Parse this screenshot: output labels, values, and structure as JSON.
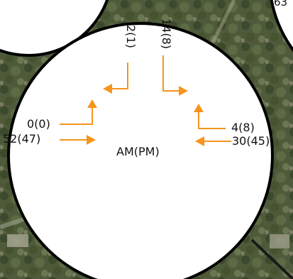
{
  "period_label": "AM(PM)",
  "movements": {
    "north_left": "2(1)",
    "north_right": "14(8)",
    "west_upper": "0(0)",
    "west_lower": "52(47)",
    "east_upper": "4(8)",
    "east_lower": "30(45)"
  },
  "corner_text": "63",
  "colors": {
    "arrow": "#f7941d",
    "circle_fill": "#ffffff",
    "circle_stroke": "#000000"
  }
}
